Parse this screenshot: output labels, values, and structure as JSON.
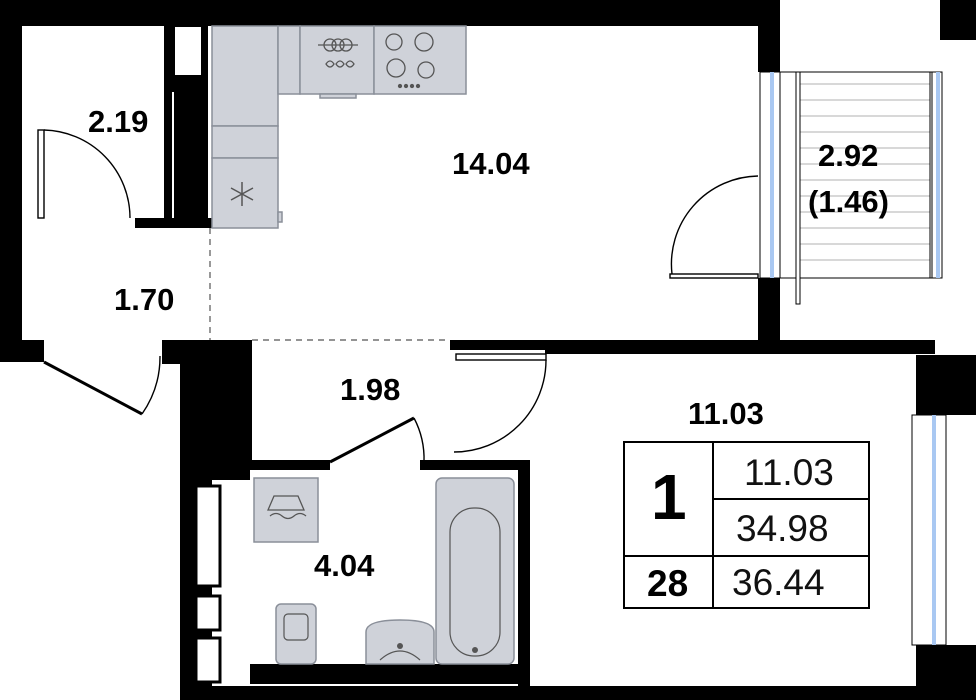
{
  "colors": {
    "wall": "#000000",
    "fixture_fill": "#cfd2d9",
    "fixture_stroke": "#8a8f99",
    "window_glass": "#a9c8f2",
    "background": "#ffffff"
  },
  "rooms": {
    "hall_closet": "2.19",
    "kitchen_living": "14.04",
    "balcony_area": "2.92",
    "balcony_reduced": "(1.46)",
    "entrance": "1.70",
    "corridor": "1.98",
    "bedroom": "11.03",
    "bathroom": "4.04"
  },
  "summary": {
    "rooms_count": "1",
    "living_area": "11.03",
    "total_area": "34.98",
    "floor": "28",
    "total_with_balcony": "36.44"
  },
  "icons": {
    "fridge": "snowflake-icon",
    "stove": "stove-burners-icon",
    "sink": "kitchen-sink-icon",
    "washer": "washing-machine-icon",
    "toilet": "toilet-icon",
    "washbasin": "washbasin-icon",
    "bathtub": "bathtub-icon"
  }
}
